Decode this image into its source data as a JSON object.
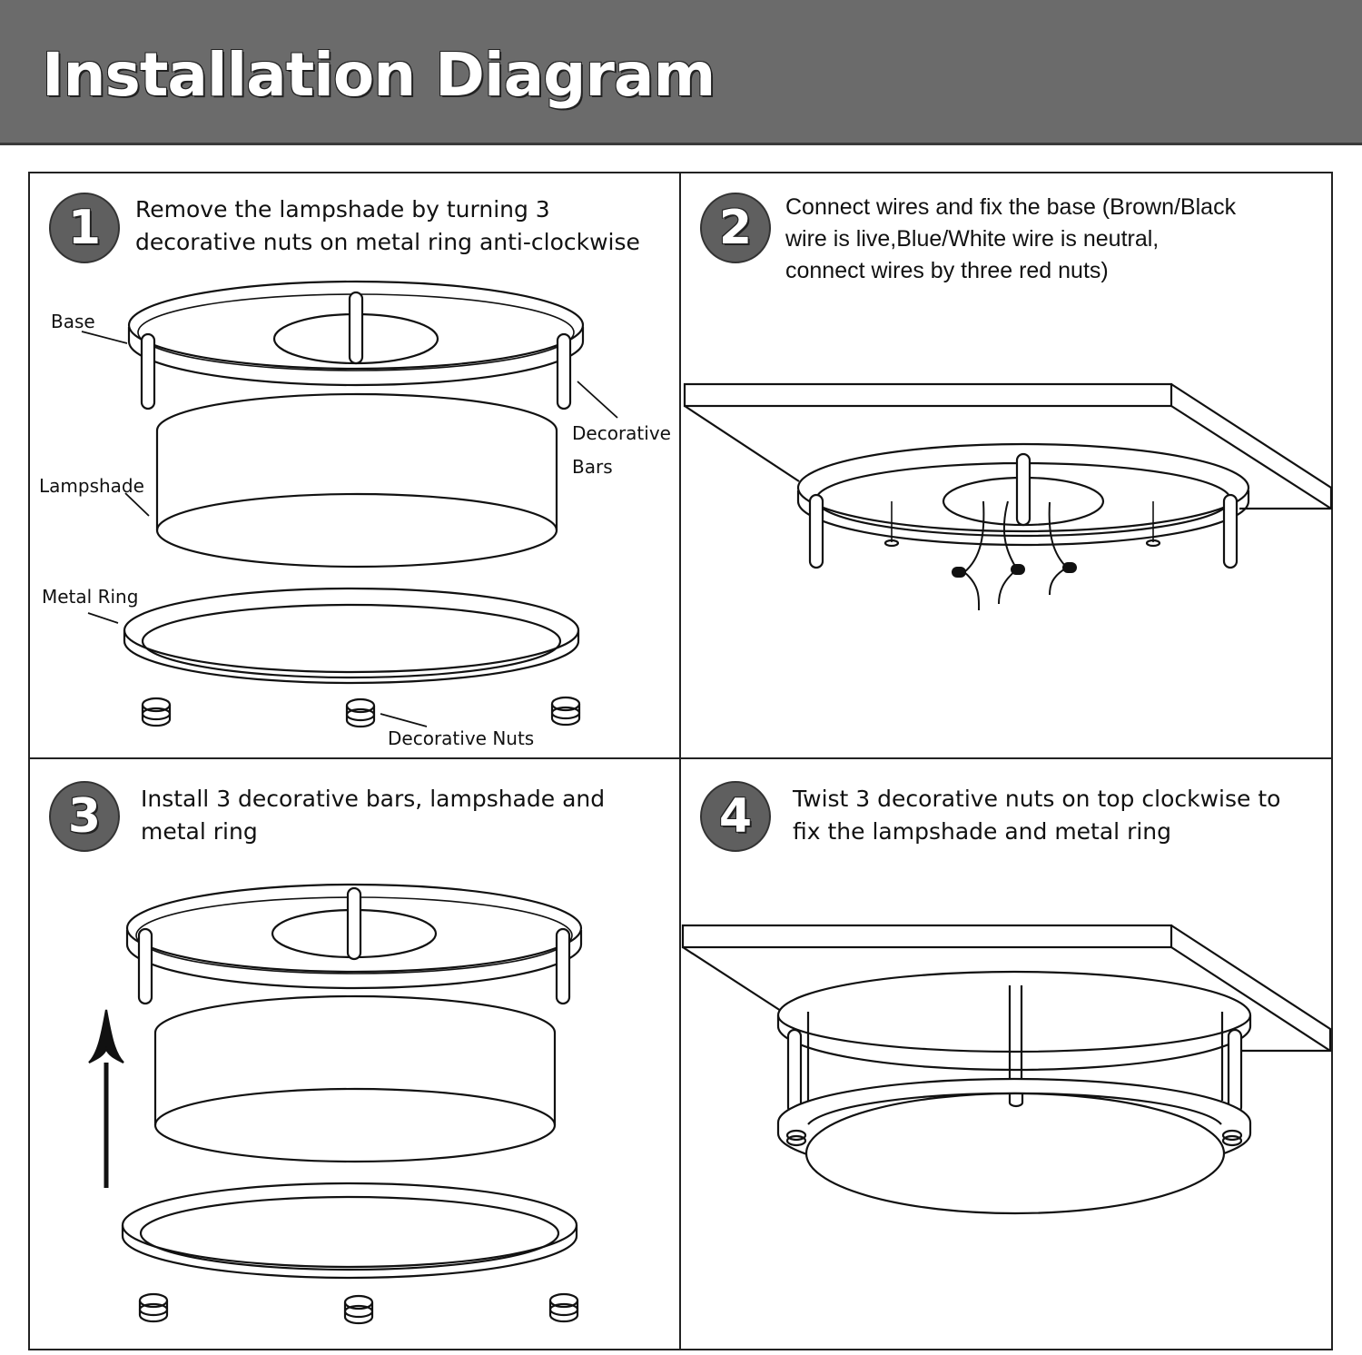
{
  "header": {
    "title": "Installation Diagram",
    "bg_color": "#6b6b6b"
  },
  "steps": [
    {
      "number": "1",
      "lines": [
        "Remove the lampshade by turning 3",
        "decorative nuts on metal ring anti-clockwise"
      ],
      "labels": {
        "base": "Base",
        "decorative_bars_1": "Decorative",
        "decorative_bars_2": "Bars",
        "lampshade": "Lampshade",
        "metal_ring": "Metal Ring",
        "decorative_nuts": "Decorative Nuts"
      }
    },
    {
      "number": "2",
      "lines": [
        "Connect wires and fix the base (Brown/Black",
        "wire is live,Blue/White wire is neutral,",
        "connect wires by three red nuts)"
      ]
    },
    {
      "number": "3",
      "lines": [
        "Install 3 decorative bars, lampshade and",
        "metal ring"
      ]
    },
    {
      "number": "4",
      "lines": [
        "Twist 3 decorative nuts on top clockwise to",
        "fix the lampshade and metal ring"
      ]
    }
  ]
}
